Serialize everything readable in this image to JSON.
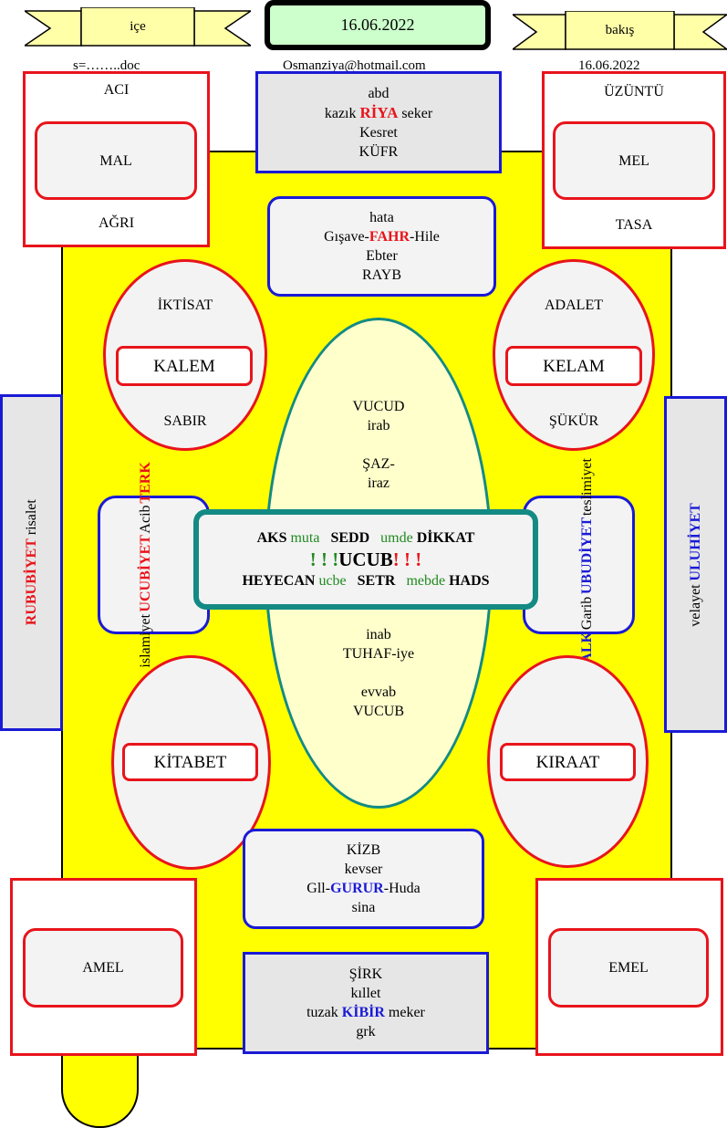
{
  "header": {
    "left_ribbon": "içe",
    "date_box": "16.06.2022",
    "right_ribbon": "bakış",
    "left_note": "s=……..doc",
    "email": "Osmanziya@hotmail.com",
    "right_date": "16.06.2022"
  },
  "top_left_panel": {
    "top": "ACI",
    "inner": "MAL",
    "bottom": "AĞRI"
  },
  "top_right_panel": {
    "top": "ÜZÜNTÜ",
    "inner": "MEL",
    "bottom": "TASA"
  },
  "bottom_left_panel": {
    "inner": "AMEL"
  },
  "bottom_right_panel": {
    "inner": "EMEL"
  },
  "top_box": {
    "line1": "abd",
    "line2_pre": "kazık ",
    "line2_key": "RİYA",
    "line2_post": " seker",
    "line3": "Kesret",
    "line4": "KÜFR"
  },
  "second_box": {
    "line1": "hata",
    "line2_pre": "Gışave-",
    "line2_key": "FAHR",
    "line2_post": "-Hile",
    "line3": "Ebter",
    "line4": "RAYB"
  },
  "ellipse_left_top": {
    "top": "İKTİSAT",
    "inner": "KALEM",
    "bottom": "SABIR"
  },
  "ellipse_right_top": {
    "top": "ADALET",
    "inner": "KELAM",
    "bottom": "ŞÜKÜR"
  },
  "ellipse_left_bottom": {
    "inner": "KİTABET"
  },
  "ellipse_right_bottom": {
    "inner": "KIRAAT"
  },
  "center_ellipse": {
    "upper": [
      "VUCUD",
      "irab",
      "",
      "ŞAZ-",
      "iraz"
    ],
    "lower": [
      "inab",
      "TUHAF-iye",
      "",
      "evvab",
      "VUCUB"
    ]
  },
  "center_box": {
    "r1": {
      "a": "AKS",
      "b": "muta",
      "c": "SEDD",
      "d": "umde",
      "e": "DİKKAT"
    },
    "r2": {
      "excl": "! ! !",
      "word": "UCUB",
      "excl2": "! ! !"
    },
    "r3": {
      "a": "HEYECAN",
      "b": "ucbe",
      "c": "SETR",
      "d": "mebde",
      "e": "HADS"
    }
  },
  "left_mid_box": {
    "c1": "islamiyet",
    "c2": "UCUBİYET",
    "c3": "Acib",
    "c4": "TERK"
  },
  "right_mid_box": {
    "c1": "TALK",
    "c2": "Garib",
    "c3": "UBUDİYET",
    "c4": "teslimiyet"
  },
  "far_left_box": {
    "c1": "RUBUBİYET",
    "c2": "risalet"
  },
  "far_right_box": {
    "c1": "velayet",
    "c2": "ULUHİYET"
  },
  "lower_box": {
    "line1": "KİZB",
    "line2": "kevser",
    "line3_pre": "Gll-",
    "line3_key": "GURUR",
    "line3_post": "-Huda",
    "line4": "sina"
  },
  "bottom_box": {
    "line1": "ŞİRK",
    "line2": "kıllet",
    "line3_pre": "tuzak ",
    "line3_key": "KİBİR",
    "line3_post": " meker",
    "line4": "grk"
  },
  "colors": {
    "yellow": "#ffff00",
    "red": "#e8141b",
    "blue": "#1a1ad6",
    "teal": "#148a84",
    "green": "#1f8a1f"
  }
}
